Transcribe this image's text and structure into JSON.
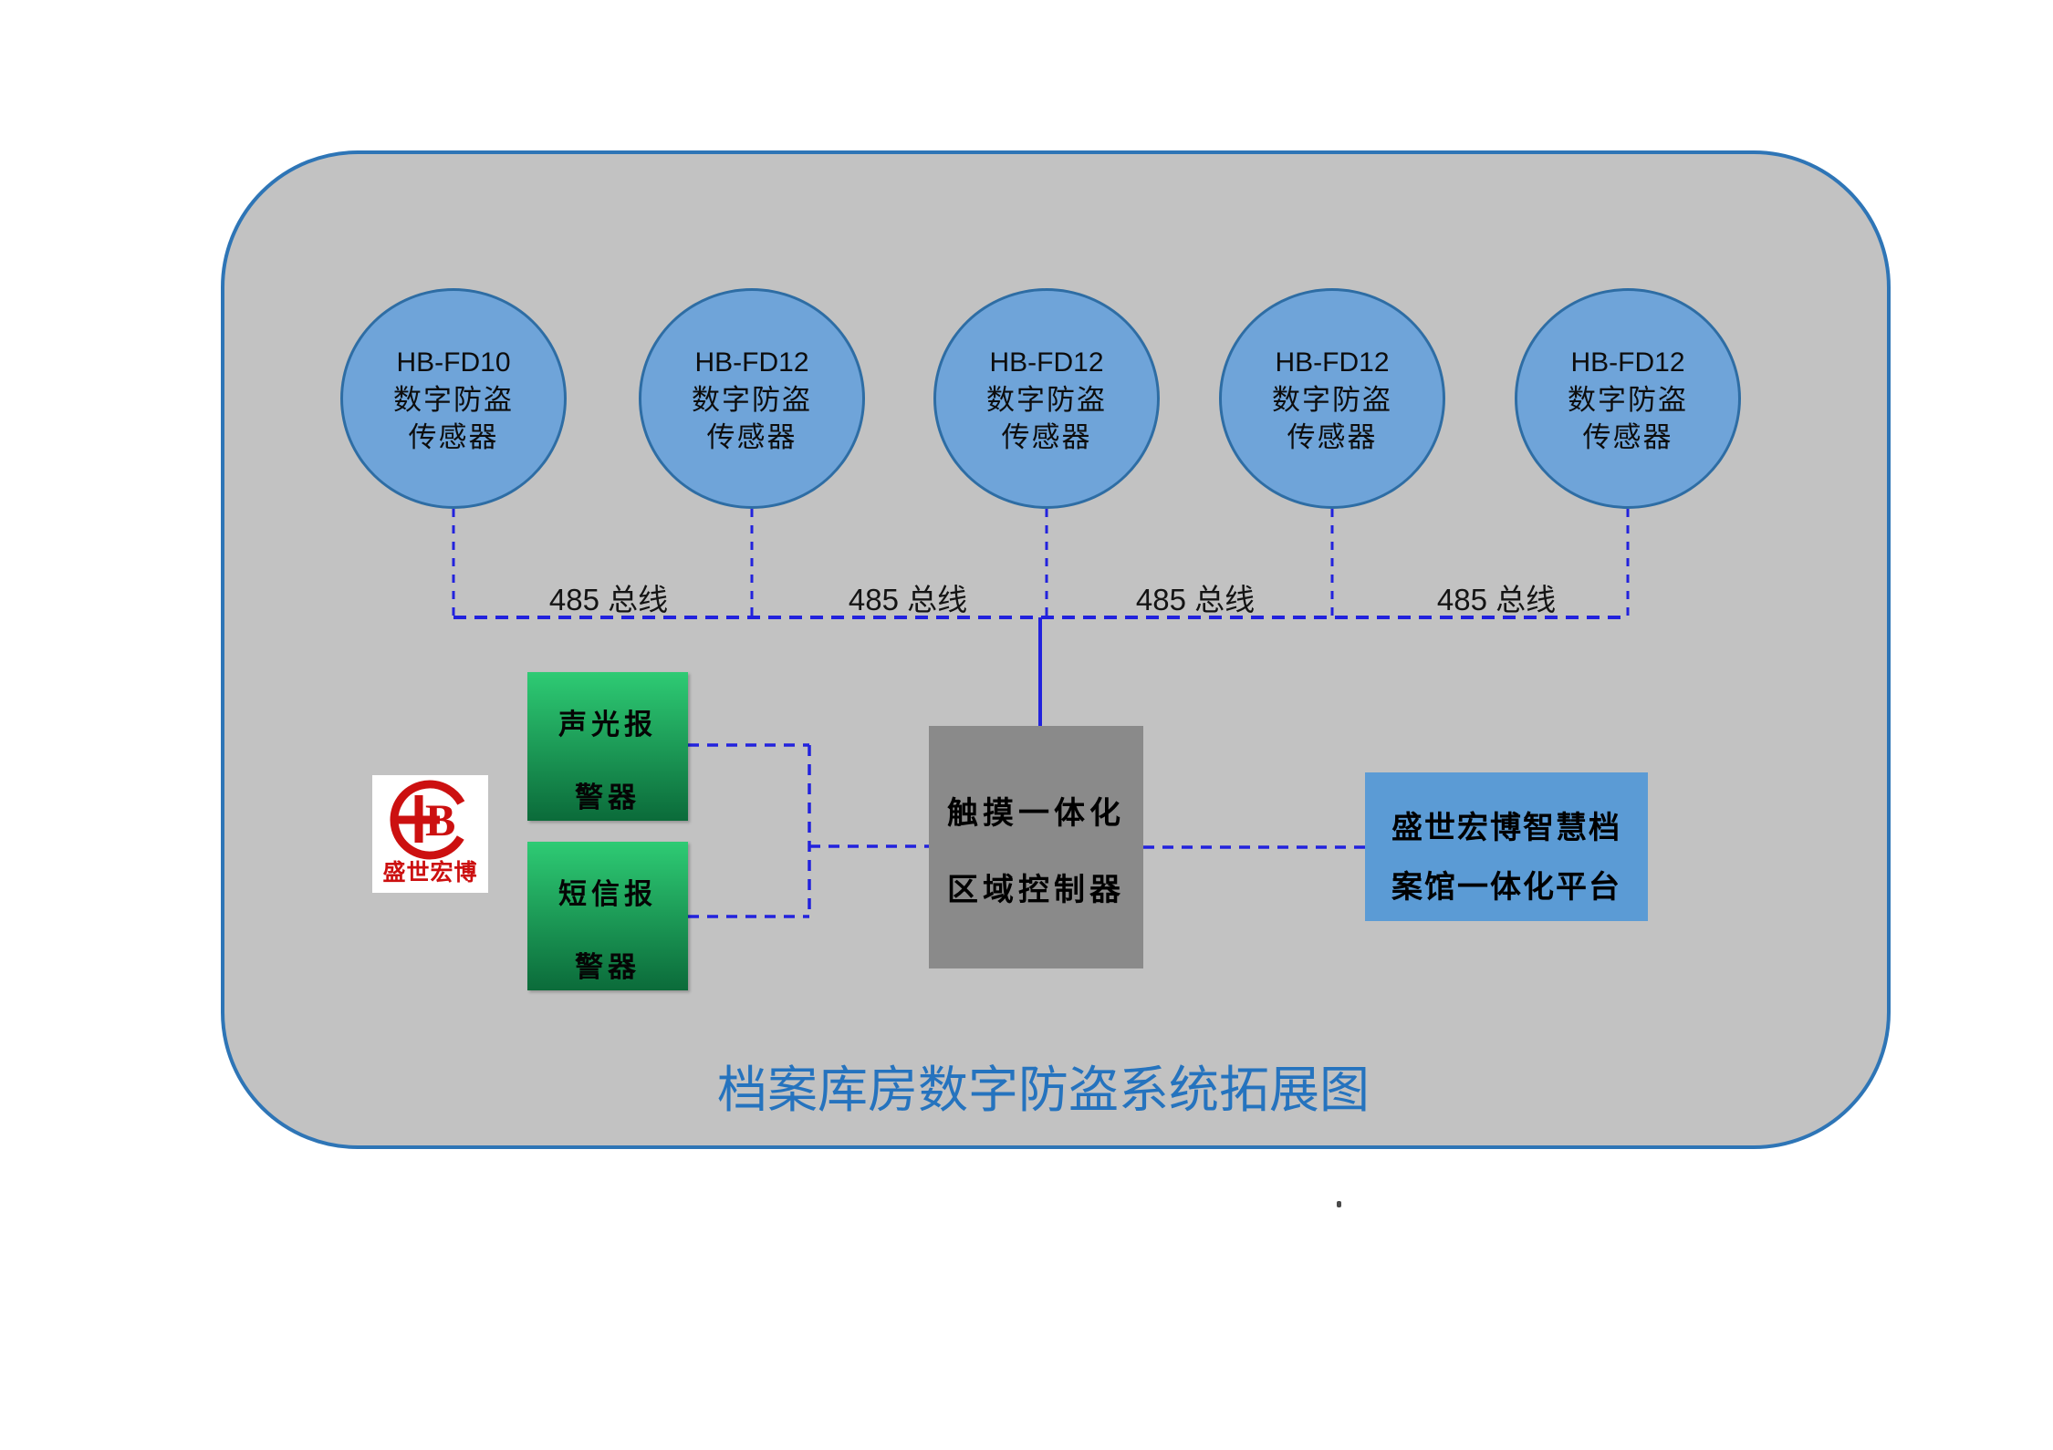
{
  "title": "档案库房数字防盗系统拓展图",
  "sensors": [
    {
      "model": "HB-FD10",
      "line2": "数字防盗",
      "line3": "传感器"
    },
    {
      "model": "HB-FD12",
      "line2": "数字防盗",
      "line3": "传感器"
    },
    {
      "model": "HB-FD12",
      "line2": "数字防盗",
      "line3": "传感器"
    },
    {
      "model": "HB-FD12",
      "line2": "数字防盗",
      "line3": "传感器"
    },
    {
      "model": "HB-FD12",
      "line2": "数字防盗",
      "line3": "传感器"
    }
  ],
  "bus_labels": [
    "485 总线",
    "485 总线",
    "485 总线",
    "485 总线"
  ],
  "alarms": [
    {
      "line1": "声光报",
      "line2": "警器"
    },
    {
      "line1": "短信报",
      "line2": "警器"
    }
  ],
  "controller": {
    "line1": "触摸一体化",
    "line2": "区域控制器"
  },
  "platform": {
    "line1": "盛世宏博智慧档",
    "line2": "案馆一体化平台"
  },
  "logo": {
    "monogram": "B",
    "caption": "盛世宏博"
  },
  "colors": {
    "accent_blue": "#2e75b6",
    "container_fill": "#c2c2c2",
    "node_fill": "#6fa4d9",
    "node_border": "#2e6da4",
    "line_blue": "#2222dd",
    "green_top": "#2ecb74",
    "green_bottom": "#0b6b3a",
    "controller_fill": "#8a8a8a",
    "platform_fill": "#5b9bd5",
    "logo_red": "#cc1010",
    "title_color": "#2573be"
  }
}
